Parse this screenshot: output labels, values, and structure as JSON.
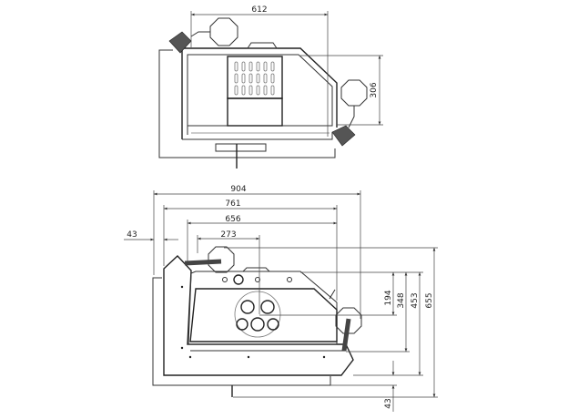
{
  "top_view": {
    "dimensions": {
      "width": "612",
      "depth": "306"
    }
  },
  "front_view": {
    "dimensions": {
      "overall_width": "904",
      "width_761": "761",
      "width_656": "656",
      "outlet_offset": "273",
      "side_offset": "43",
      "height_194": "194",
      "height_348": "348",
      "height_453": "453",
      "overall_height": "655",
      "bottom_offset": "43"
    }
  }
}
